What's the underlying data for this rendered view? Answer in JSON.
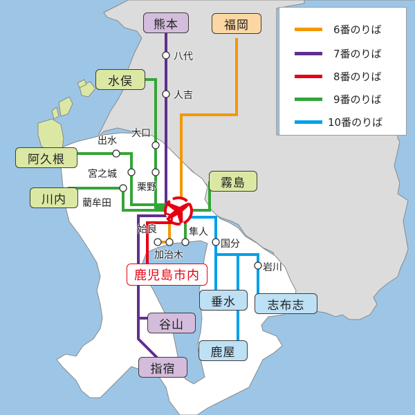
{
  "colors": {
    "line6": "#f39800",
    "line7": "#5f2f8e",
    "line8": "#e60012",
    "line9": "#33a537",
    "line10": "#00a0e9",
    "water": "#9dc6e6",
    "land_gray": "#dcdcdc",
    "land_white": "#ffffff",
    "islands": "#dbe8a4"
  },
  "legend": {
    "items": [
      {
        "label": "6番のりば",
        "color": "#f39800"
      },
      {
        "label": "7番のりば",
        "color": "#5f2f8e"
      },
      {
        "label": "8番のりば",
        "color": "#e60012"
      },
      {
        "label": "9番のりば",
        "color": "#33a537"
      },
      {
        "label": "10番のりば",
        "color": "#00a0e9"
      }
    ]
  },
  "airport": {
    "icon": "airplane-icon"
  },
  "destinations": {
    "kumamoto": "熊本",
    "fukuoka": "福岡",
    "minamata": "水俣",
    "akune": "阿久根",
    "sendai": "川内",
    "kirishima": "霧島",
    "kagoshima_city": "鹿児島市内",
    "tarumizu": "垂水",
    "shibushi": "志布志",
    "taniyama": "谷山",
    "kanoya": "鹿屋",
    "ibusuki": "指宿"
  },
  "stops": {
    "yatsushiro": "八代",
    "hitoyoshi": "人吉",
    "izumi": "出水",
    "okuchi": "大口",
    "miyanojo": "宮之城",
    "kurino": "栗野",
    "iriki": "藺牟田",
    "aira": "姶良",
    "kajiki": "加治木",
    "hayato": "隼人",
    "kokubu": "国分",
    "iwakawa": "岩川"
  }
}
